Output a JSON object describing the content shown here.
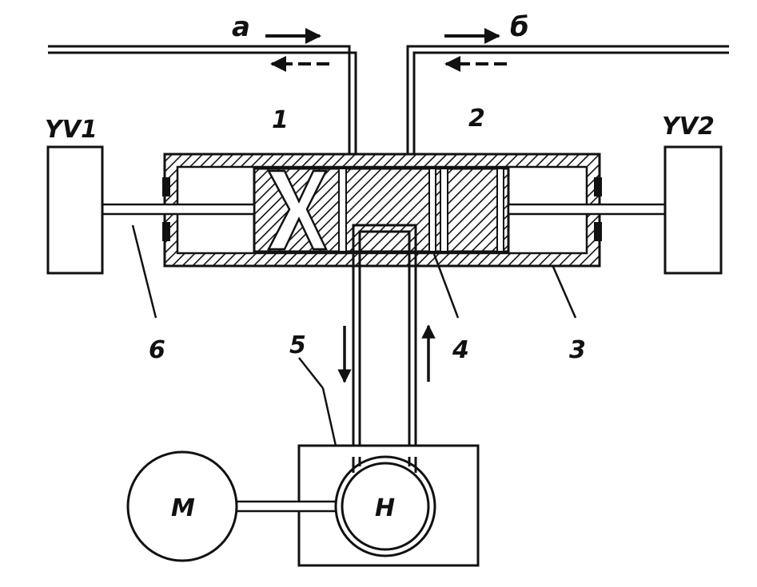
{
  "labels": {
    "line_a": "a",
    "line_b": "б",
    "chamber_1": "1",
    "chamber_2": "2",
    "solenoid_left": "YV1",
    "solenoid_right": "YV2",
    "part_3": "3",
    "part_4": "4",
    "part_5": "5",
    "part_6": "6",
    "motor": "M",
    "pump": "H"
  },
  "colors": {
    "ink": "#111111",
    "background": "#ffffff"
  }
}
